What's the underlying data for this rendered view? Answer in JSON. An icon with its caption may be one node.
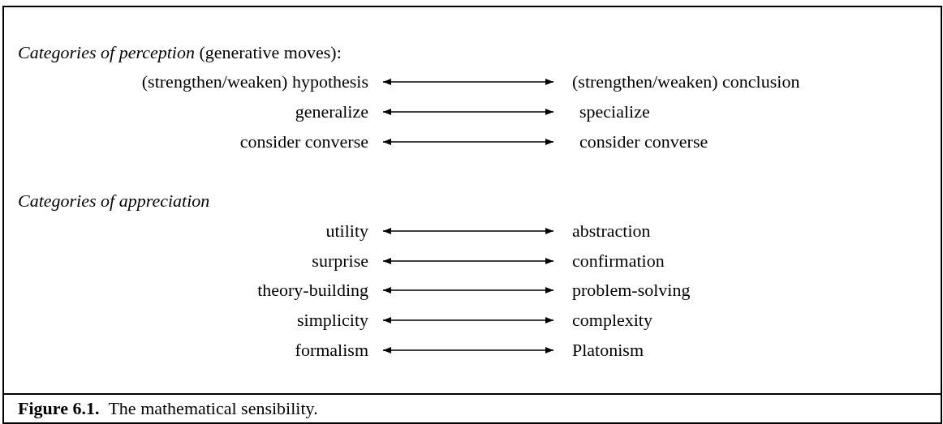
{
  "diagram": {
    "caption": "**Figure 6.1.**  The mathematical sensibility.",
    "nodes": [
      {
        "text": [
          "(strengthen/weaken) hypothesis"
        ]
      },
      {
        "text": [
          "(strengthen/weaken) conclusion"
        ]
      },
      {
        "text": [
          "generalize"
        ]
      },
      {
        "text": [
          "specialize"
        ]
      },
      {
        "text": [
          "consider converse"
        ]
      },
      {
        "text": [
          "consider converse"
        ]
      },
      {
        "text": [
          "utility"
        ]
      },
      {
        "text": [
          "abstraction"
        ]
      },
      {
        "text": [
          "surprise"
        ]
      },
      {
        "text": [
          "confirmation"
        ]
      },
      {
        "text": [
          "theory-building"
        ]
      },
      {
        "text": [
          "problem-solving"
        ]
      },
      {
        "text": [
          "simplicity"
        ]
      },
      {
        "text": [
          "complexity"
        ]
      },
      {
        "text": [
          "formalism"
        ]
      },
      {
        "text": [
          "Platonism"
        ]
      }
    ],
    "edges": [
      {
        "from": 0,
        "to": 1,
        "arrow": "both"
      },
      {
        "from": 2,
        "to": 3,
        "arrow": "both"
      },
      {
        "from": 4,
        "to": 5,
        "arrow": "both"
      },
      {
        "from": 6,
        "to": 7,
        "arrow": "both"
      },
      {
        "from": 8,
        "to": 9,
        "arrow": "both"
      },
      {
        "from": 10,
        "to": 11,
        "arrow": "both"
      },
      {
        "from": 12,
        "to": 13,
        "arrow": "both"
      },
      {
        "from": 14,
        "to": 15,
        "arrow": "both"
      }
    ],
    "labels": [
      "*Categories of perception* (generative moves):",
      "Categories of appreciation"
    ]
  }
}
